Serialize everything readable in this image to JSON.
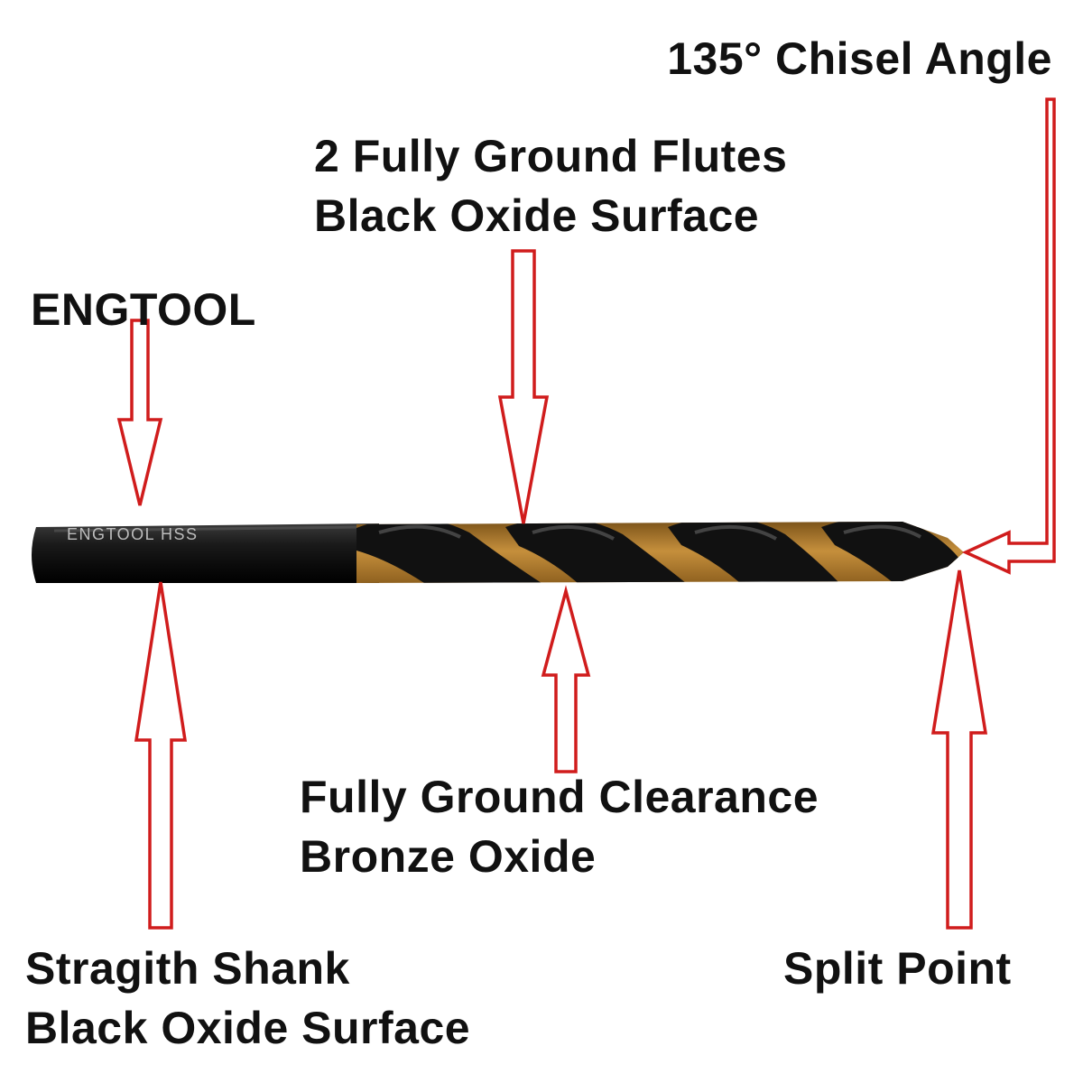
{
  "callouts": {
    "chisel_angle": "135° Chisel Angle",
    "flutes": {
      "line1": "2 Fully Ground Flutes",
      "line2": "Black Oxide Surface"
    },
    "brand": "ENGTOOL",
    "clearance": {
      "line1": "Fully Ground Clearance",
      "line2": "Bronze Oxide"
    },
    "shank": {
      "line1": "Stragith Shank",
      "line2": "Black Oxide Surface"
    },
    "split_point": "Split Point"
  },
  "drill": {
    "etching": "ENGTOOL HSS"
  },
  "colors": {
    "arrow_red": "#d01c1c",
    "text": "#111111",
    "shank_black": "#141414",
    "bronze": "#b07a2a",
    "etching": "#bdbdbd"
  }
}
